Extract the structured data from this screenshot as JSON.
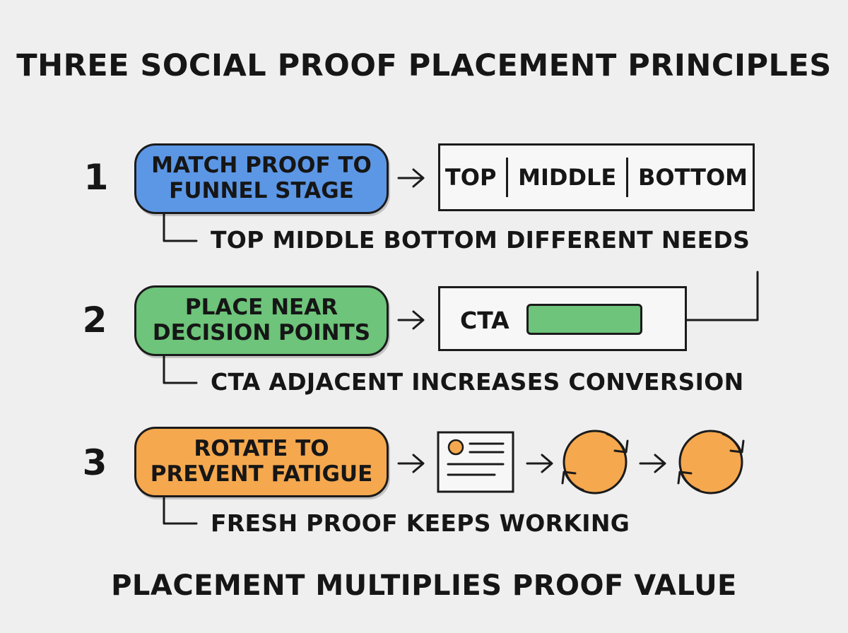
{
  "title": "THREE SOCIAL PROOF PLACEMENT PRINCIPLES",
  "footer": "PLACEMENT MULTIPLIES PROOF VALUE",
  "colors": {
    "blue": "#5c97e6",
    "green": "#6dc47a",
    "orange": "#f5a84e",
    "ink": "#1b1b1b",
    "background": "#efefef"
  },
  "principles": [
    {
      "number": "1",
      "lines": [
        "MATCH PROOF TO",
        "FUNNEL STAGE"
      ],
      "note": "TOP  MIDDLE  BOTTOM  DIFFERENT NEEDS",
      "stages": [
        "TOP",
        "MIDDLE",
        "BOTTOM"
      ]
    },
    {
      "number": "2",
      "lines": [
        "PLACE NEAR",
        "DECISION POINTS"
      ],
      "note": "CTA  ADJACENT  INCREASES CONVERSION",
      "cta_label": "CTA"
    },
    {
      "number": "3",
      "lines": [
        "ROTATE TO",
        "PREVENT FATIGUE"
      ],
      "note": "FRESH PROOF KEEPS WORKING",
      "icons": [
        "testimonial-card-icon",
        "rotate-icon",
        "rotate-icon"
      ]
    }
  ]
}
